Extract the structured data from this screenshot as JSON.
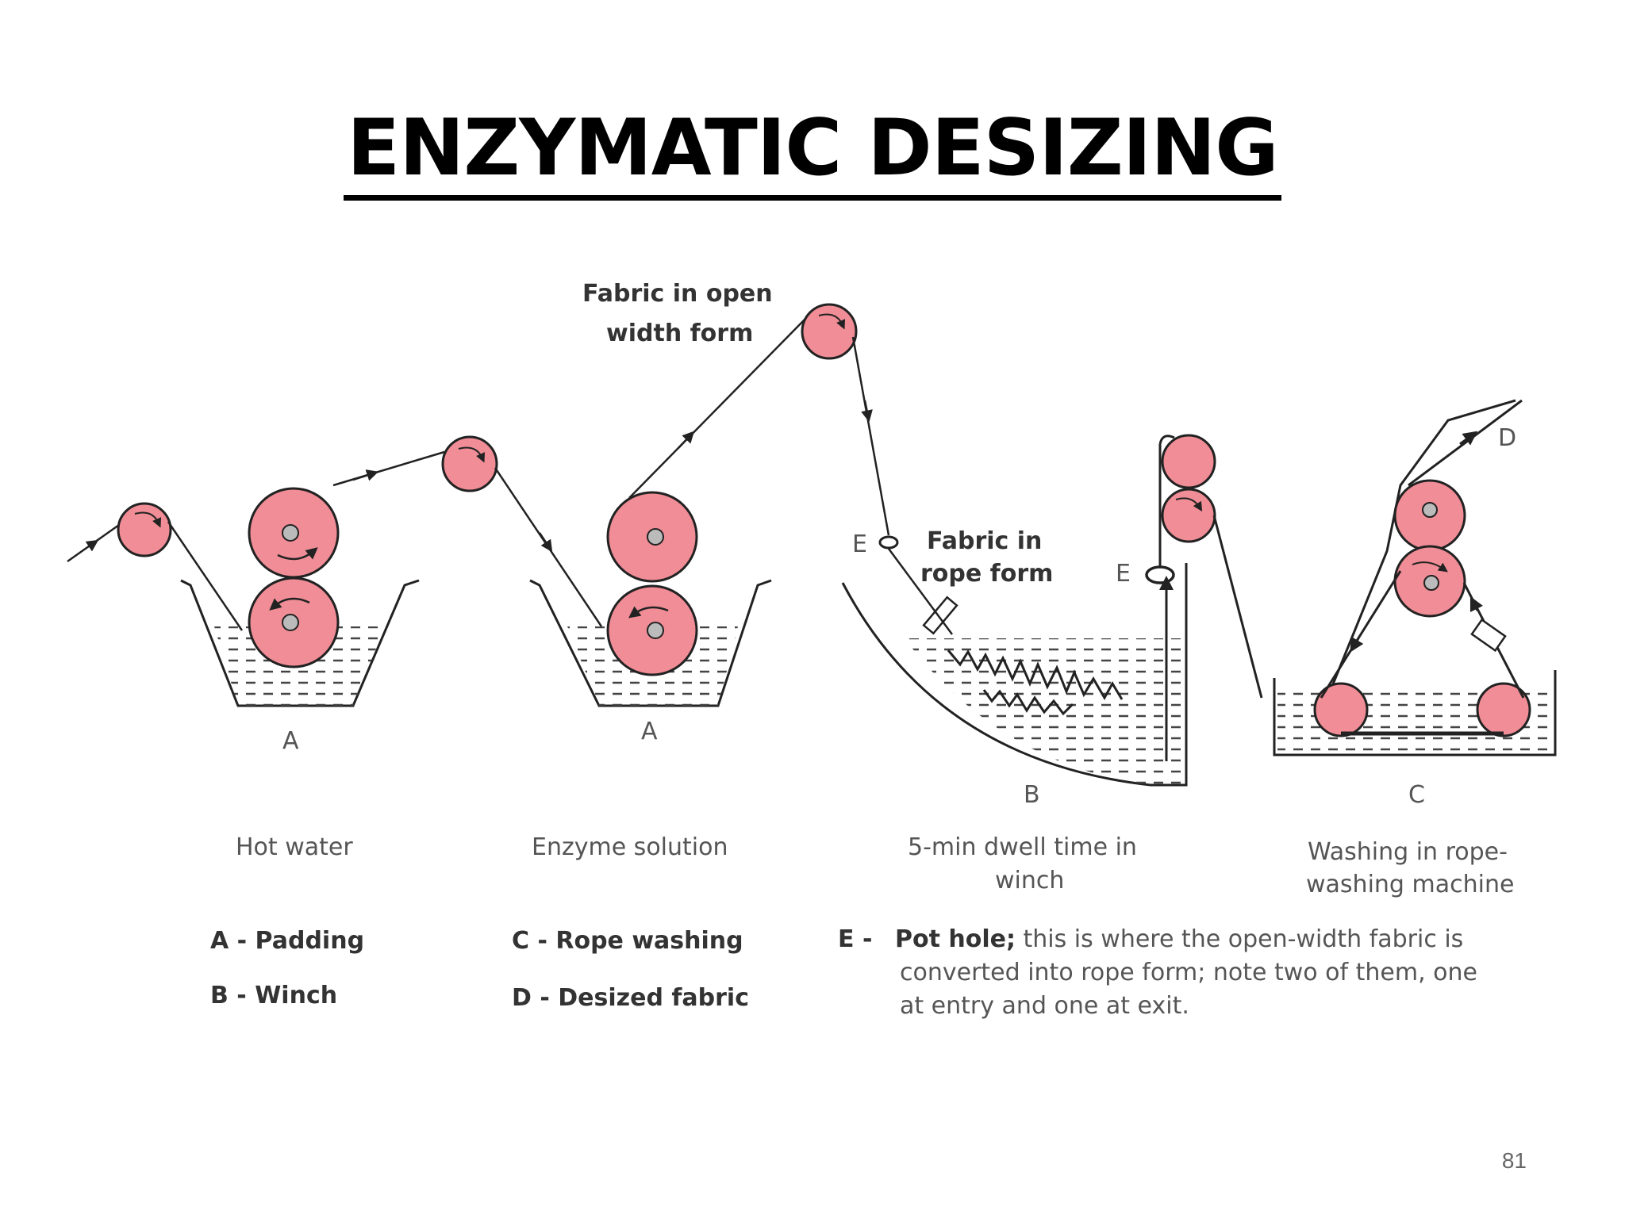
{
  "title": "ENZYMATIC DESIZING",
  "page_number": "81",
  "diagram": {
    "annotations": {
      "open_width": [
        "Fabric in open",
        "width form"
      ],
      "rope_form": [
        "Fabric in",
        "rope form"
      ],
      "pot_hole_1": "E",
      "pot_hole_2": "E",
      "desized_marker": "D"
    },
    "stations": [
      {
        "letter": "A",
        "caption": [
          "Hot water"
        ]
      },
      {
        "letter": "A",
        "caption": [
          "Enzyme solution"
        ]
      },
      {
        "letter": "B",
        "caption": [
          "5-min dwell time in",
          "winch"
        ]
      },
      {
        "letter": "C",
        "caption": [
          "Washing in rope-",
          "washing machine"
        ]
      }
    ],
    "legend": {
      "a": "A - Padding",
      "b": "B - Winch",
      "c": "C - Rope washing",
      "d": "D - Desized fabric",
      "e_key": "E -",
      "e_term": "Pot hole;",
      "e_desc": [
        " this is where the open-width fabric is",
        "converted into rope form; note two of them, one",
        "at entry and one at exit."
      ]
    }
  },
  "colors": {
    "roller": "#f08d96",
    "line": "#222222",
    "liquid": "#444444"
  }
}
